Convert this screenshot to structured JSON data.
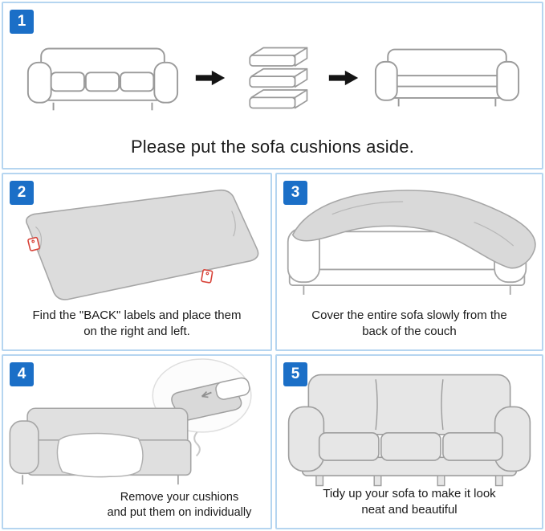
{
  "colors": {
    "badge_bg": "#1b6fc7",
    "panel_border": "#b5d5f0",
    "text": "#1a1a1a",
    "tag_red": "#d84339",
    "fabric_gray": "#dcdcdc",
    "fabric_gray_light": "#e6e6e6",
    "outline_gray": "#9a9a9a"
  },
  "steps": [
    {
      "number": "1",
      "caption": "Please put the sofa cushions aside."
    },
    {
      "number": "2",
      "caption_line1": "Find the \"BACK\" labels and place them",
      "caption_line2": "on the right and left."
    },
    {
      "number": "3",
      "caption_line1": "Cover the entire sofa slowly from the",
      "caption_line2": "back of the couch"
    },
    {
      "number": "4",
      "caption_line1": "Remove your cushions",
      "caption_line2": "and put them on individually"
    },
    {
      "number": "5",
      "caption_line1": "Tidy up your sofa to make it look",
      "caption_line2": "neat and beautiful"
    }
  ],
  "illustrations": {
    "step1": [
      "sofa-with-cushions",
      "arrow-right",
      "stacked-cushions",
      "arrow-right",
      "sofa-without-cushions"
    ],
    "step2": "cover-laid-flat-with-back-labels",
    "step3": "cover-draped-over-sofa-back",
    "step4": "sofa-with-cushion-removed-and-cover-inset",
    "step5": "fully-covered-sofa"
  }
}
